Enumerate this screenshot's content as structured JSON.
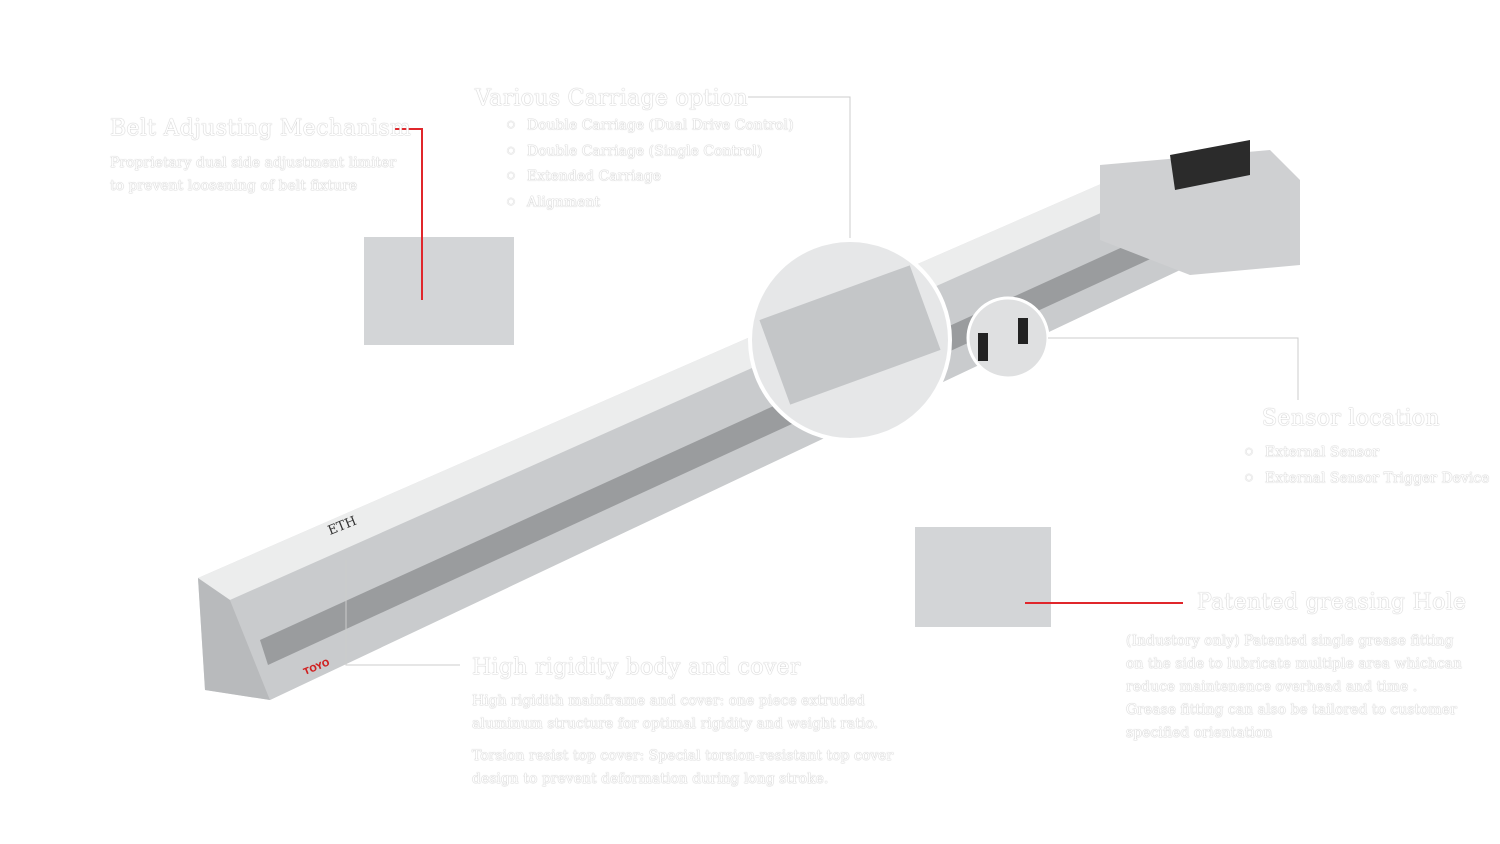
{
  "belt": {
    "title": "Belt Adjusting Mechanism",
    "lines": [
      "Proprietary dual side adjustment limiter",
      "to prevent loosening of belt fixture"
    ]
  },
  "carriage": {
    "title": "Various Carriage option",
    "items": [
      "Double Carriage (Dual Drive Control)",
      "Double Carriage (Single Control)",
      "Extended Carriage",
      "Alignment"
    ]
  },
  "sensor": {
    "title": "Sensor location",
    "items": [
      "External Sensor",
      "External Sensor  Trigger Device"
    ]
  },
  "greasing": {
    "title": "Patented greasing Hole",
    "lines": [
      "(Industory only) Patented single grease fitting",
      "on the side to lubricate multiple area whichcan",
      "reduce maintenence overhead and time .",
      "Grease fitting can also be tailored to customer",
      "specified orientation"
    ]
  },
  "rigidity": {
    "title": "High rigidity body and cover",
    "para1": [
      "High rigidith mainframe and cover: one piece extruded",
      "aluminum structure for optimal rigidity and weight ratio."
    ],
    "para2": [
      "Torsion resist top cover: Special torsion-resistant top cover",
      "design to prevent deformation during long stroke."
    ]
  },
  "product": {
    "model_label": "ETH",
    "brand_label": "TOYO"
  },
  "colors": {
    "accent": "#e0262b",
    "leader": "#cccccc"
  }
}
